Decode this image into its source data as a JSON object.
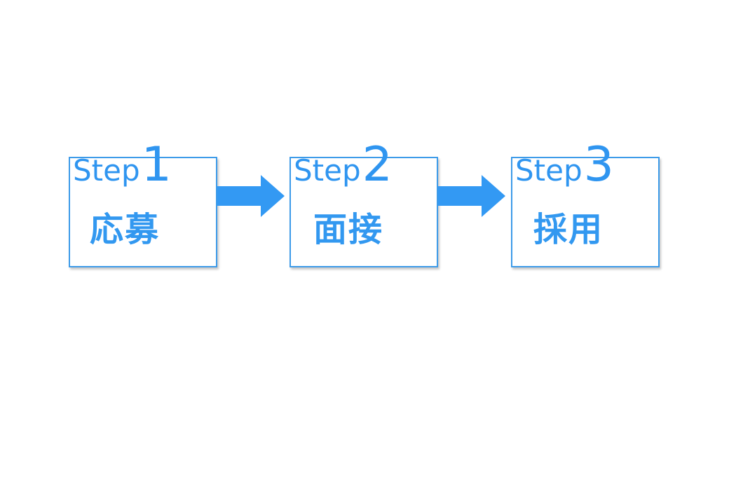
{
  "steps": [
    {
      "word": "Step",
      "number": "1",
      "label": "応募"
    },
    {
      "word": "Step",
      "number": "2",
      "label": "面接"
    },
    {
      "word": "Step",
      "number": "3",
      "label": "採用"
    }
  ],
  "colors": {
    "accent": "#3399f3",
    "border": "#3d9be9",
    "background": "#ffffff"
  },
  "icons": {
    "connector": "right-arrow-icon"
  }
}
